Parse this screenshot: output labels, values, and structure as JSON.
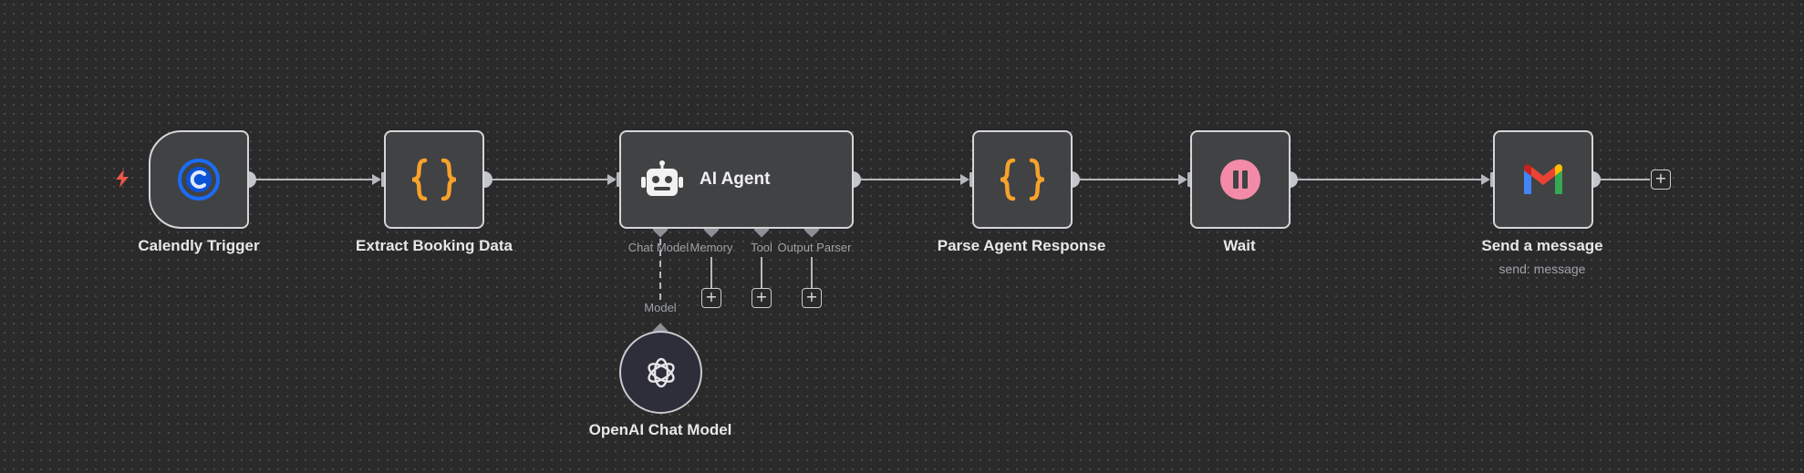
{
  "canvas": {
    "nodes": [
      {
        "id": "calendly",
        "label": "Calendly Trigger",
        "icon": "calendly-icon",
        "type": "trigger"
      },
      {
        "id": "extract",
        "label": "Extract Booking Data",
        "icon": "code-braces-icon"
      },
      {
        "id": "agent",
        "label": "AI Agent",
        "icon": "robot-icon"
      },
      {
        "id": "parse",
        "label": "Parse Agent Response",
        "icon": "code-braces-icon"
      },
      {
        "id": "wait",
        "label": "Wait",
        "icon": "pause-icon"
      },
      {
        "id": "gmail",
        "label": "Send a message",
        "subtitle": "send: message",
        "icon": "gmail-icon"
      },
      {
        "id": "openai",
        "label": "OpenAI Chat Model",
        "icon": "openai-icon"
      }
    ],
    "agent_ports": {
      "chat_model": "Chat Model",
      "memory": "Memory",
      "tool": "Tool",
      "output_parser": "Output Parser"
    },
    "model_connection_label": "Model",
    "plus_symbol": "+",
    "colors": {
      "trigger_bolt": "#e8584a",
      "code_braces": "#f7a22b",
      "calendly_blue": "#1a6cf5",
      "wait_pink": "#f38ba8",
      "node_bg": "#414244",
      "node_border": "#d4d6d9"
    }
  }
}
